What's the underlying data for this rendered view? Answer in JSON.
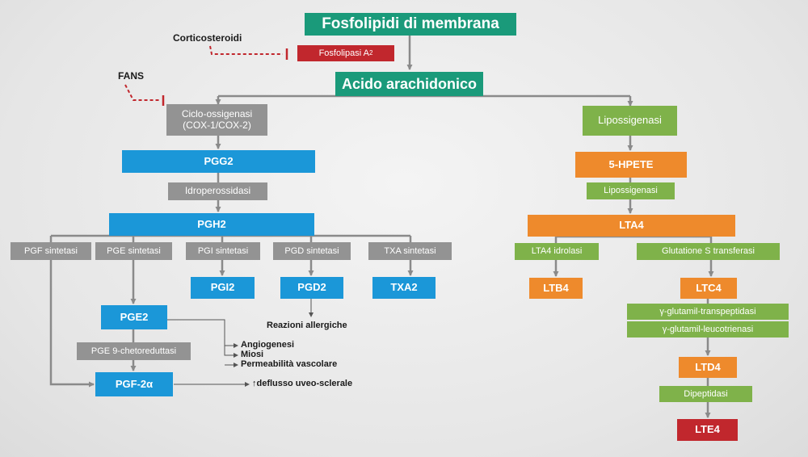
{
  "colors": {
    "membrane": "#1a9a7a",
    "inhibitor": "#c1272d",
    "enzyme_gray": "#939393",
    "cox_product": "#1b97d8",
    "lox_enzyme": "#7fb24a",
    "lox_product": "#ee8a2c",
    "final_product": "#c1272d",
    "arrow": "#8a8a8a",
    "inhibition_line": "#c1272d"
  },
  "top": {
    "membrane": "Fosfolipidi di membrana",
    "corticosteroids": "Corticosteroidi",
    "phospholipase": "Fosfolipasi A",
    "phospholipase_sub": "2",
    "nsaids": "FANS",
    "arachidonic": "Acido arachidonico"
  },
  "cox": {
    "enzyme_line1": "Ciclo-ossigenasi",
    "enzyme_line2": "(COX-1/COX-2)",
    "pgg2": "PGG2",
    "hydroperoxidase": "Idroperossidasi",
    "pgh2": "PGH2",
    "synthases": {
      "pgf": "PGF sintetasi",
      "pge": "PGE sintetasi",
      "pgi": "PGI sintetasi",
      "pgd": "PGD sintetasi",
      "txa": "TXA sintetasi"
    },
    "pgi2": "PGI2",
    "pgd2": "PGD2",
    "txa2": "TXA2",
    "allergic": "Reazioni allergiche",
    "pge2": "PGE2",
    "pge_9_reductase": "PGE 9-chetoreduttasi",
    "pgf2a": "PGF-2α",
    "effects": [
      "Angiogenesi",
      "Miosi",
      "Permeabilità vascolare"
    ],
    "outflow": "↑deflusso uveo-sclerale"
  },
  "lox": {
    "enzyme": "Lipossigenasi",
    "hpete": "5-HPETE",
    "enzyme2": "Lipossigenasi",
    "lta4": "LTA4",
    "lta4_hydrolase": "LTA4 idrolasi",
    "glutathione": "Glutatione S transferasi",
    "ltb4": "LTB4",
    "ltc4": "LTC4",
    "gamma_transpeptidase": "γ-glutamil-transpeptidasi",
    "gamma_leukotrienase": "γ-glutamil-leucotrienasi",
    "ltd4": "LTD4",
    "dipeptidase": "Dipeptidasi",
    "lte4": "LTE4"
  }
}
